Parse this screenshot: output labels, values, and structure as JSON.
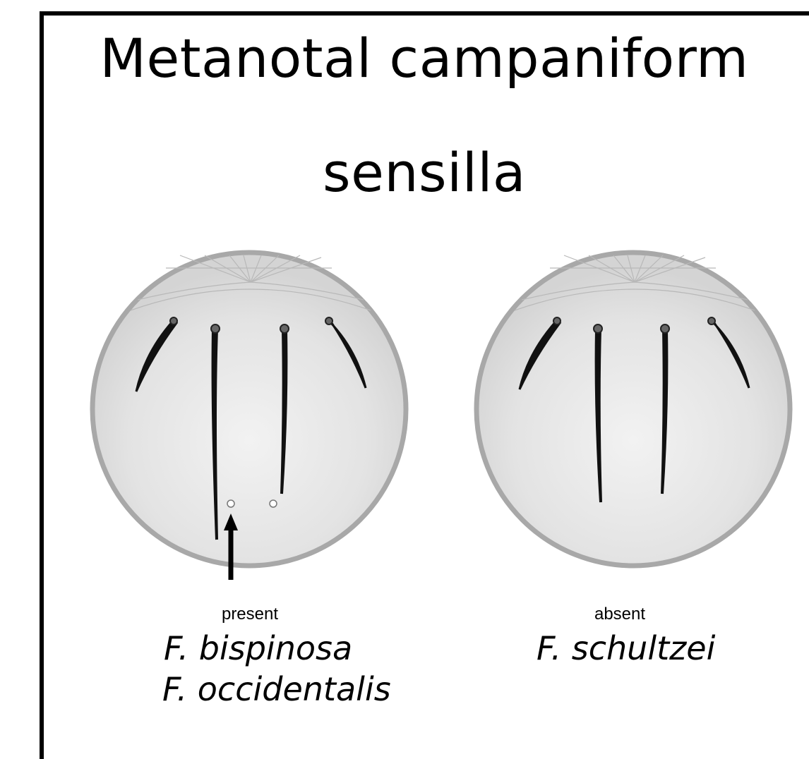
{
  "title": {
    "line1": "Metanotal campaniform",
    "line2": "sensilla"
  },
  "panels": [
    {
      "status": "present",
      "species": [
        "F. bispinosa",
        "F. occidentalis"
      ]
    },
    {
      "status": "absent",
      "species": [
        "F. schultzei"
      ]
    }
  ],
  "colors": {
    "disc_rim": "#a8a8a8",
    "disc_fill": "#e6e6e6",
    "seta": "#1a1a1a",
    "line": "#000000"
  }
}
